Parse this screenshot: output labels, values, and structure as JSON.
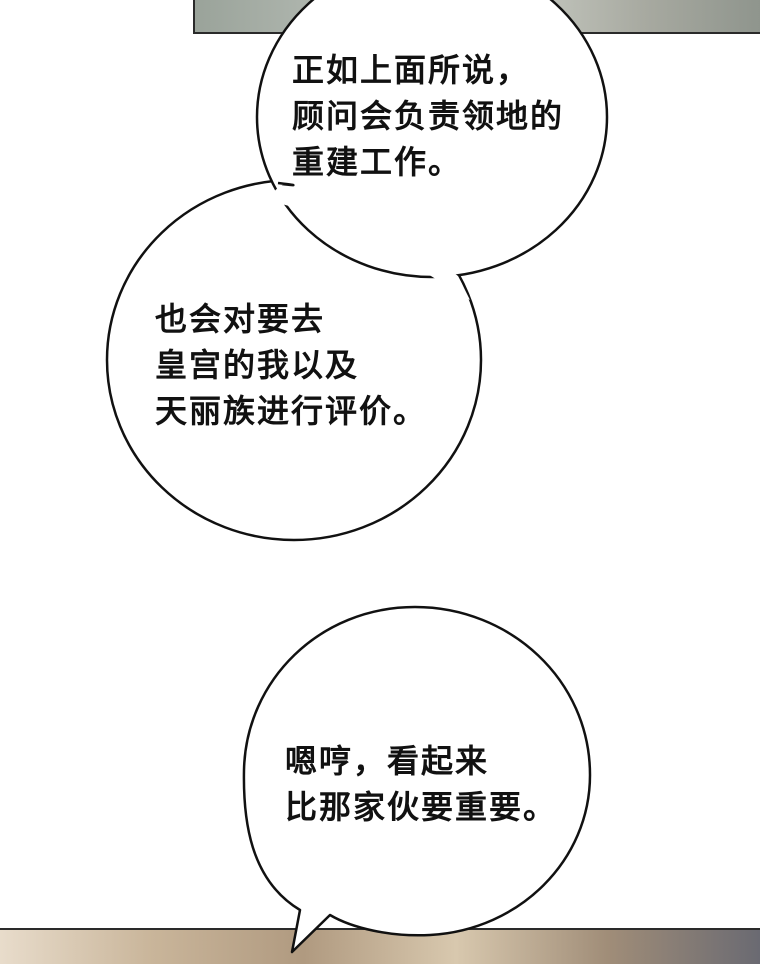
{
  "bubbles": [
    {
      "lines": [
        "正如上面所说，",
        "顾问会负责领地的",
        "重建工作。"
      ]
    },
    {
      "lines": [
        "也会对要去",
        "皇宫的我以及",
        "天丽族进行评价。"
      ]
    },
    {
      "lines": [
        "嗯哼，看起来",
        "比那家伙要重要。"
      ]
    }
  ],
  "colors": {
    "outline": "#111111",
    "bubble_fill": "#ffffff",
    "text": "#111111"
  }
}
